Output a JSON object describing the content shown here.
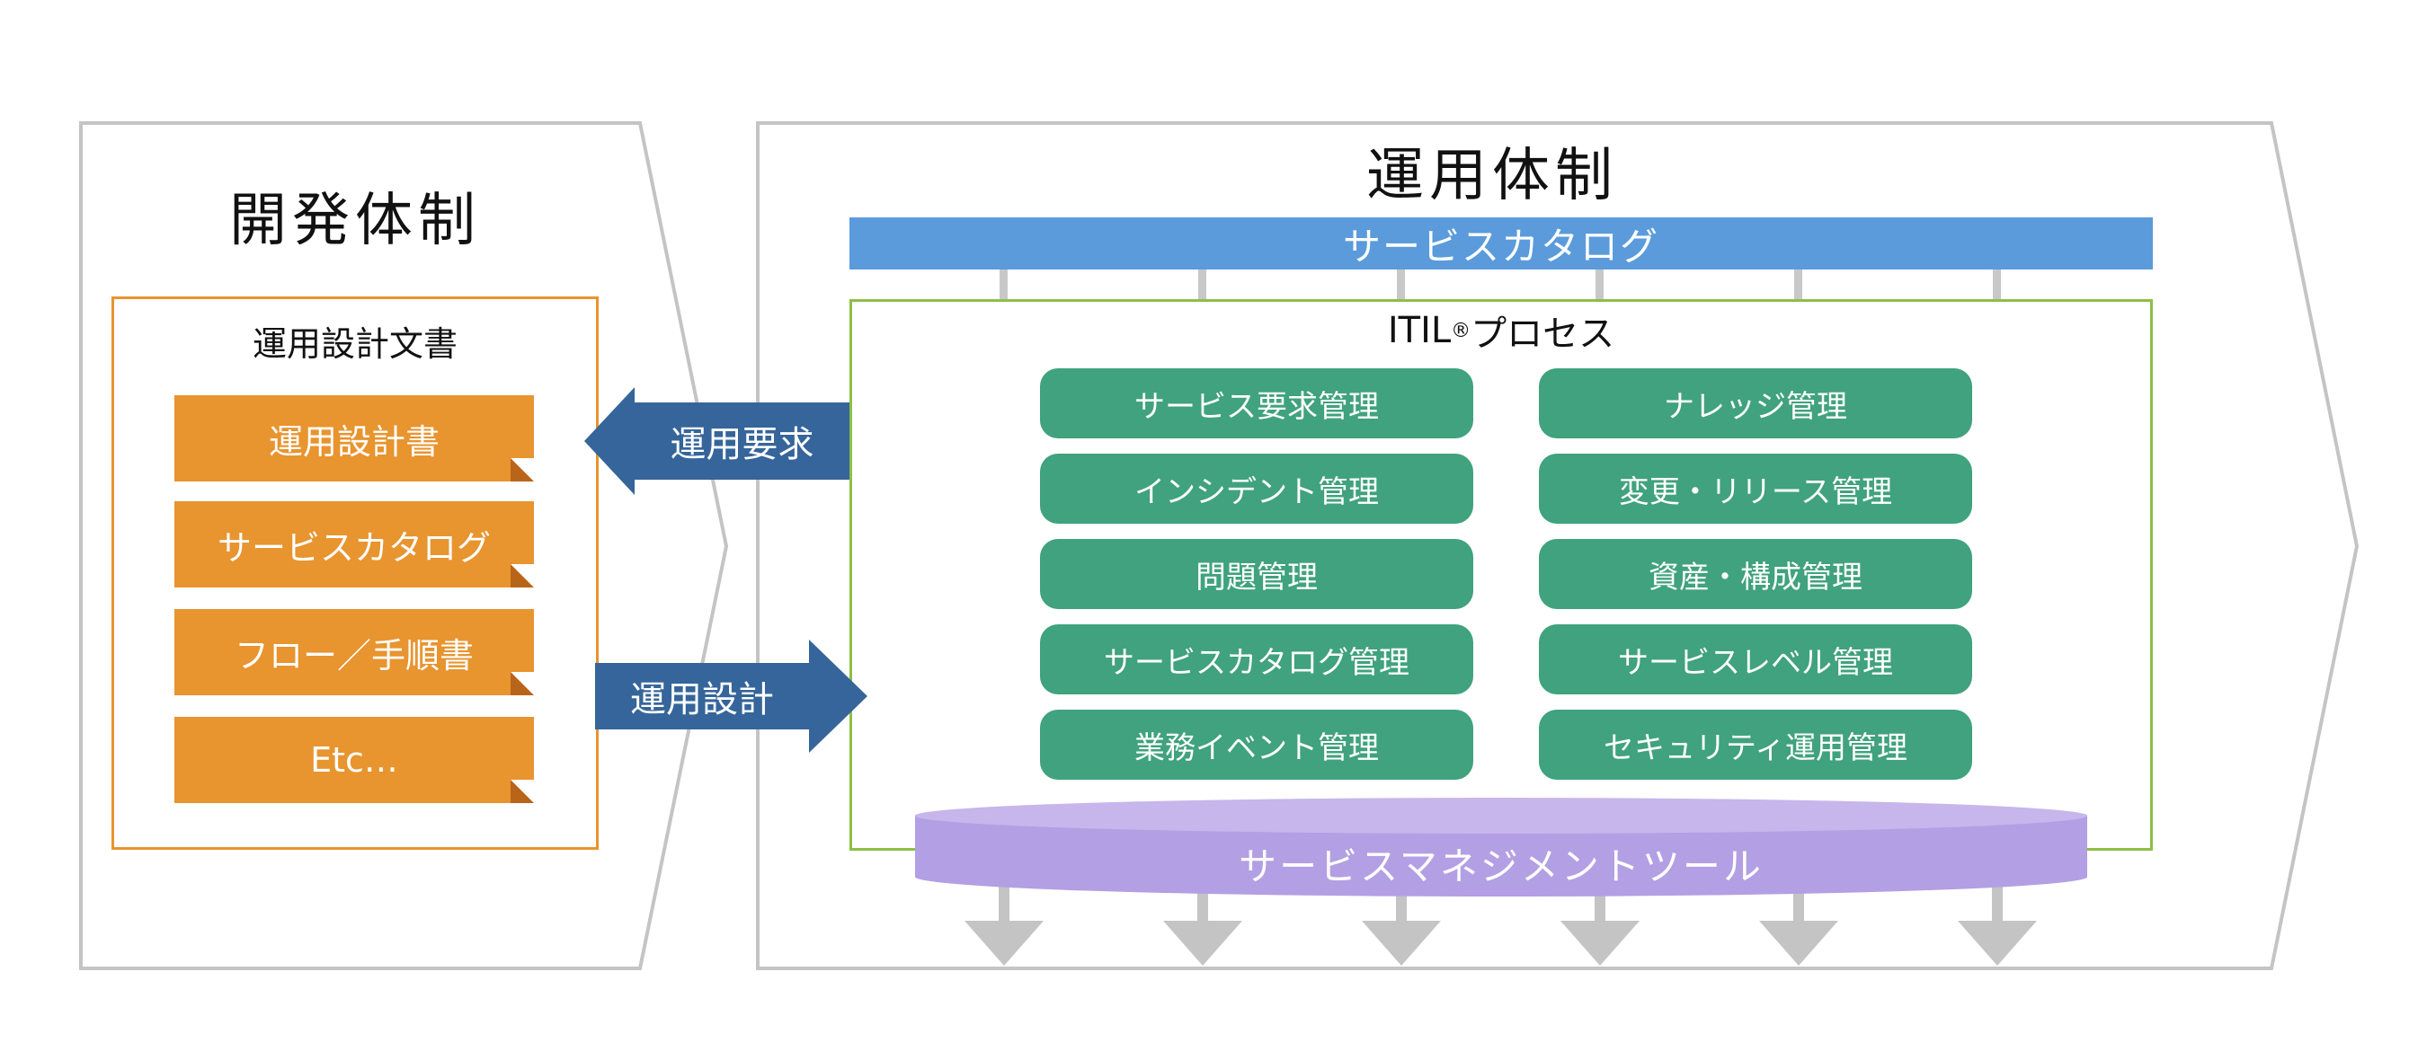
{
  "dev": {
    "title": "開発体制",
    "doc_box_title": "運用設計文書",
    "doc_items": [
      "運用設計書",
      "サービスカタログ",
      "フロー／手順書",
      "Etc…"
    ]
  },
  "ops": {
    "title": "運用体制",
    "catalog_bar": "サービスカタログ",
    "itil_title": "ITIL",
    "itil_mark": "®",
    "itil_suffix": "プロセス",
    "processes_left": [
      "サービス要求管理",
      "インシデント管理",
      "問題管理",
      "サービスカタログ管理",
      "業務イベント管理"
    ],
    "processes_right": [
      "ナレッジ管理",
      "変更・リリース管理",
      "資産・構成管理",
      "サービスレベル管理",
      "セキュリティ運用管理"
    ],
    "tool": "サービスマネジメントツール"
  },
  "arrows": {
    "requirement": "運用要求",
    "design": "運用設計"
  },
  "colors": {
    "doc_orange": "#e8942f",
    "catalog_blue": "#5b9bdb",
    "process_green": "#40a27e",
    "itil_border": "#8dbf45",
    "arrow_navy": "#35659a",
    "tool_purple": "#b39fe3",
    "chevron_gray": "#c4c4c4",
    "connector_gray": "#c8c8c8"
  }
}
